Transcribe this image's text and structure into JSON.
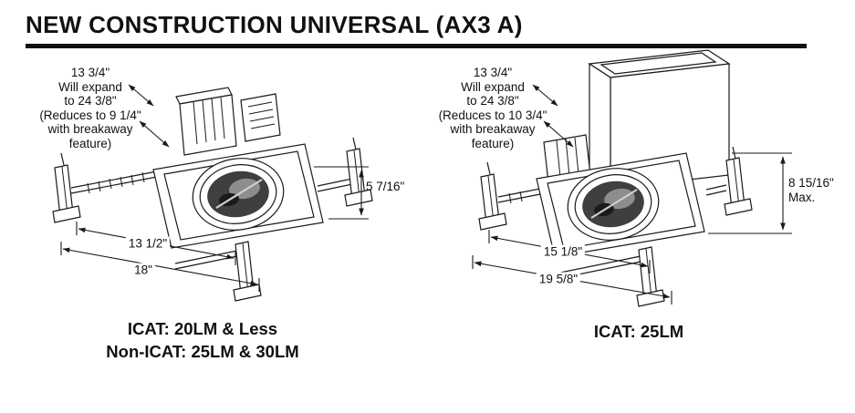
{
  "page": {
    "title": "NEW CONSTRUCTION UNIVERSAL (AX3 A)"
  },
  "colors": {
    "ink": "#1a1a1a",
    "background": "#ffffff"
  },
  "figures": {
    "left": {
      "annotation": {
        "lines": [
          "13 3/4\"",
          "Will expand",
          "to 24 3/8\"",
          "(Reduces to 9 1/4\"",
          "with breakaway",
          "feature)"
        ]
      },
      "dims": {
        "height": "5 7/16\"",
        "inner_width": "13 1/2\"",
        "outer_width": "18\""
      },
      "caption": {
        "line1": "ICAT: 20LM & Less",
        "line2": "Non-ICAT: 25LM & 30LM"
      }
    },
    "right": {
      "annotation": {
        "lines": [
          "13 3/4\"",
          "Will expand",
          "to 24 3/8\"",
          "(Reduces to 10 3/4\"",
          "with breakaway",
          "feature)"
        ]
      },
      "dims": {
        "height": "8 15/16\"",
        "height_suffix": "Max.",
        "inner_width": "15 1/8\"",
        "outer_width": "19 5/8\""
      },
      "caption": {
        "line1": "ICAT: 25LM"
      }
    }
  }
}
